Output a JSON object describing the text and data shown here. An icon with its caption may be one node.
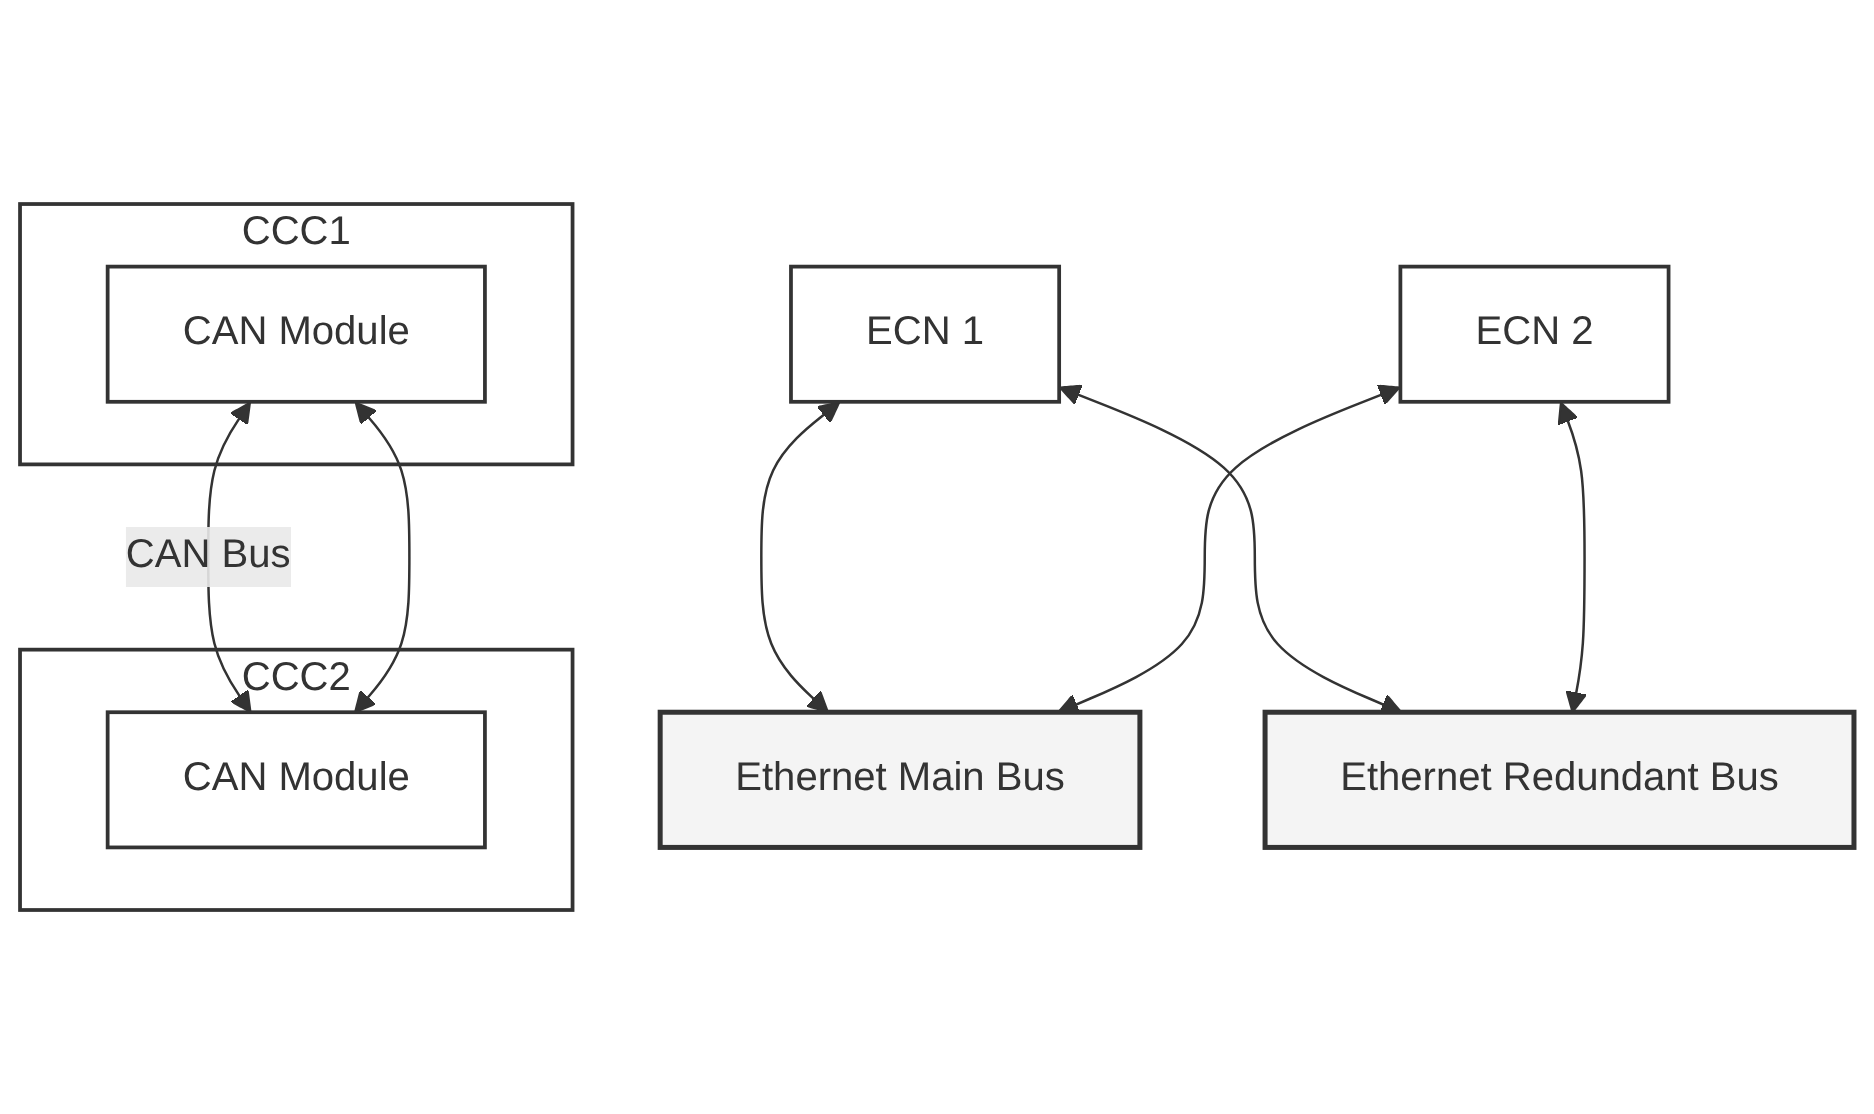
{
  "diagram": {
    "nodes": [
      {
        "text": [
          "CCC1"
        ]
      },
      {
        "text": [
          "CAN Module"
        ],
        "in": 0
      },
      {
        "text": [
          "ECN 1"
        ]
      },
      {
        "text": [
          "CCC2"
        ]
      },
      {
        "text": [
          "CAN Module"
        ],
        "in": 3
      },
      {
        "text": [
          "ECN 2"
        ]
      },
      {
        "text": [
          "Ethernet Main Bus"
        ]
      },
      {
        "text": [
          "Ethernet Redundant Bus"
        ]
      }
    ],
    "edges": [
      {
        "from": 1,
        "to": 4,
        "arrow": "both",
        "label": "CAN Bus"
      },
      {
        "from": 1,
        "to": 4,
        "arrow": "both"
      },
      {
        "from": 2,
        "to": 7,
        "arrow": "both"
      },
      {
        "from": 2,
        "to": 6,
        "arrow": "both"
      },
      {
        "from": 5,
        "to": 7,
        "arrow": "both"
      },
      {
        "from": 5,
        "to": 6,
        "arrow": "both"
      }
    ]
  }
}
